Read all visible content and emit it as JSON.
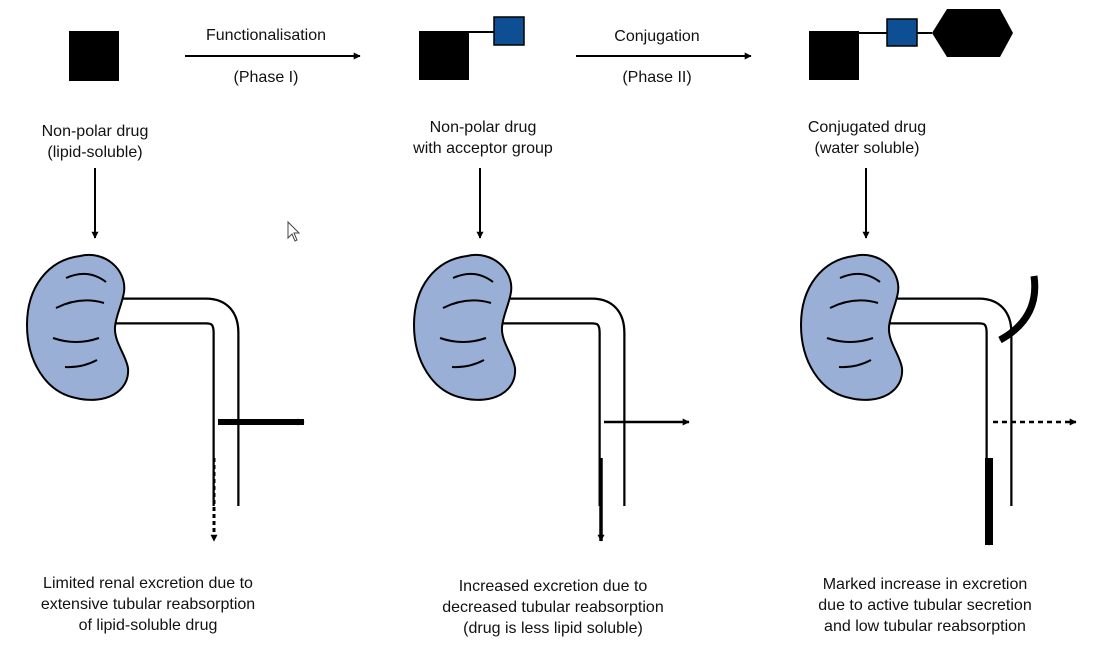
{
  "colors": {
    "ink": "#000000",
    "kidney": "#99afd6",
    "acceptor": "#0e4f94"
  },
  "steps": {
    "phase1": {
      "title": "Functionalisation",
      "phase": "(Phase I)"
    },
    "phase2": {
      "title": "Conjugation",
      "phase": "(Phase II)"
    }
  },
  "drugs": {
    "d1": {
      "line1": "Non-polar drug",
      "line2": "(lipid-soluble)"
    },
    "d2": {
      "line1": "Non-polar drug",
      "line2": "with acceptor group"
    },
    "d3": {
      "line1": "Conjugated drug",
      "line2": "(water soluble)"
    }
  },
  "outcomes": {
    "o1": {
      "line1": "Limited renal excretion due to",
      "line2": "extensive tubular reabsorption",
      "line3": "of lipid-soluble drug"
    },
    "o2": {
      "line1": "Increased excretion due to",
      "line2": "decreased tubular reabsorption",
      "line3": "(drug is less lipid soluble)"
    },
    "o3": {
      "line1": "Marked increase in excretion",
      "line2": "due to active tubular secretion",
      "line3": "and low tubular reabsorption"
    }
  },
  "icons": [
    "kidney-icon",
    "tubule-icon",
    "mouse-cursor-icon"
  ]
}
